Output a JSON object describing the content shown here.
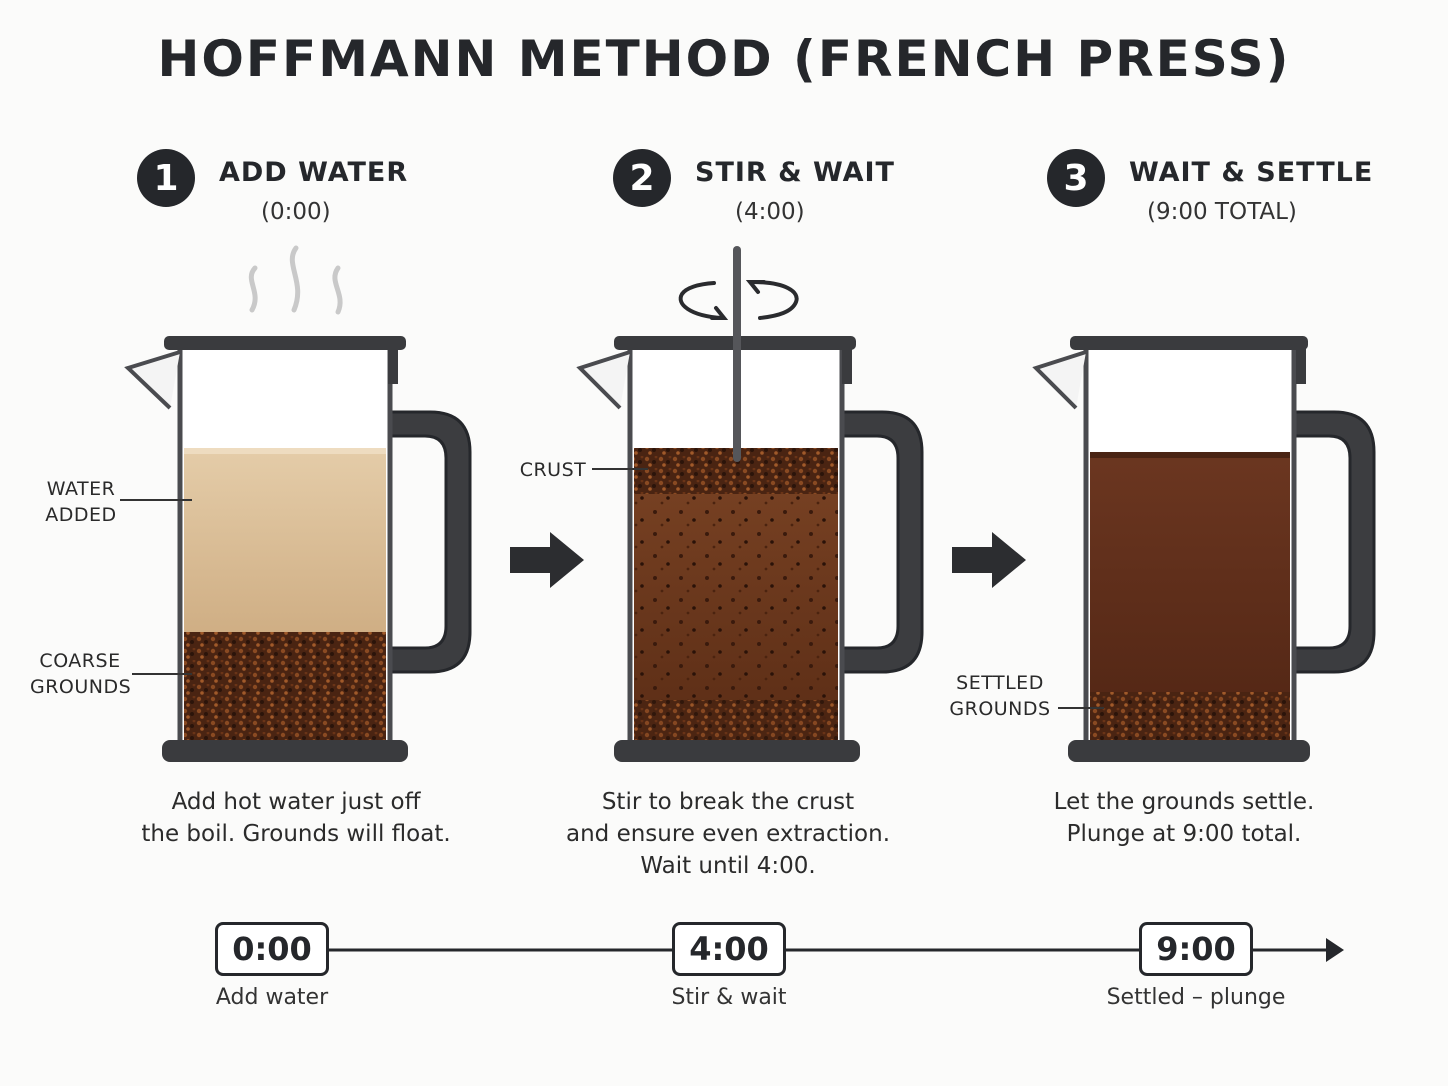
{
  "title": "HOFFMANN METHOD (FRENCH PRESS)",
  "steps": [
    {
      "number": "1",
      "title": "ADD WATER",
      "time": "(0:00)",
      "labels": [
        "WATER\nADDED",
        "COARSE\nGROUNDS"
      ],
      "caption": "Add hot water just off\nthe boil. Grounds will float."
    },
    {
      "number": "2",
      "title": "STIR & WAIT",
      "time": "(4:00)",
      "labels": [
        "CRUST"
      ],
      "caption": "Stir to break the crust\nand ensure even extraction.\nWait until 4:00."
    },
    {
      "number": "3",
      "title": "WAIT & SETTLE",
      "time": "(9:00 TOTAL)",
      "labels": [
        "SETTLED\nGROUNDS"
      ],
      "caption": "Let the grounds settle.\nPlunge at 9:00 total."
    }
  ],
  "timeline": [
    {
      "time": "0:00",
      "label": "Add water"
    },
    {
      "time": "4:00",
      "label": "Stir & wait"
    },
    {
      "time": "9:00",
      "label": "Settled – plunge"
    }
  ],
  "colors": {
    "dark": "#25272b",
    "water": "#dcc29d",
    "coffee_steeping": "#6b3a1e",
    "coffee_brewed": "#5b2e1a",
    "grounds": "#4a2412"
  },
  "icons": [
    "steam-icon",
    "stir-rotation-icon",
    "step-arrow-icon",
    "timeline-arrow-icon"
  ]
}
